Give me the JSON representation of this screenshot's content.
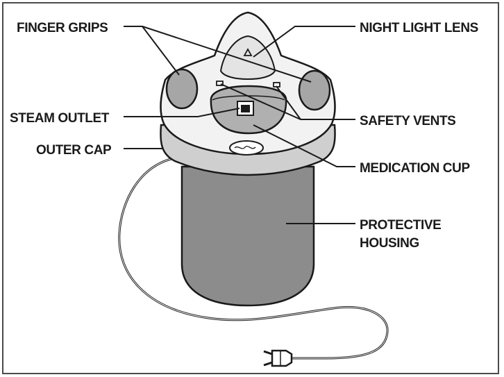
{
  "labels": {
    "finger_grips": "FINGER GRIPS",
    "night_light_lens": "NIGHT LIGHT LENS",
    "steam_outlet": "STEAM OUTLET",
    "safety_vents": "SAFETY VENTS",
    "outer_cap": "OUTER CAP",
    "medication_cup": "MEDICATION CUP",
    "protective_housing_line1": "PROTECTIVE",
    "protective_housing_line2": "HOUSING"
  },
  "colors": {
    "outline": "#1a1a1a",
    "housing_fill": "#8c8c8c",
    "cap_fill": "#f2f2f2",
    "cap_band": "#cfcfcf",
    "grip_fill": "#a6a6a6",
    "cup_fill": "#b0b0b0",
    "lens_fill": "#e4e4e4",
    "frame": "#4a4a4a"
  },
  "icons": {
    "logo": "brand-oval-logo",
    "plug": "power-plug-icon"
  }
}
